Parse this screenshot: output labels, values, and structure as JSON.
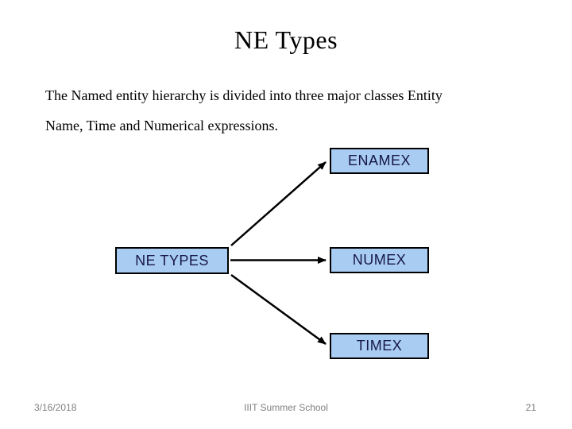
{
  "slide": {
    "title": "NE Types",
    "body": {
      "line1": "The Named entity hierarchy is divided into three major classes Entity",
      "line2": "Name, Time and Numerical expressions."
    },
    "diagram": {
      "root": {
        "label": "NE TYPES"
      },
      "children": [
        {
          "label": "ENAMEX"
        },
        {
          "label": "NUMEX"
        },
        {
          "label": "TIMEX"
        }
      ],
      "colors": {
        "node_fill": "#A9CCF3",
        "node_border": "#000000",
        "node_text": "#16164A",
        "arrow": "#000000"
      }
    },
    "footer": {
      "date": "3/16/2018",
      "center_text": "IIIT Summer School",
      "page_number": "21",
      "text_color": "#7F7F7F"
    },
    "background": "#FFFFFF"
  }
}
